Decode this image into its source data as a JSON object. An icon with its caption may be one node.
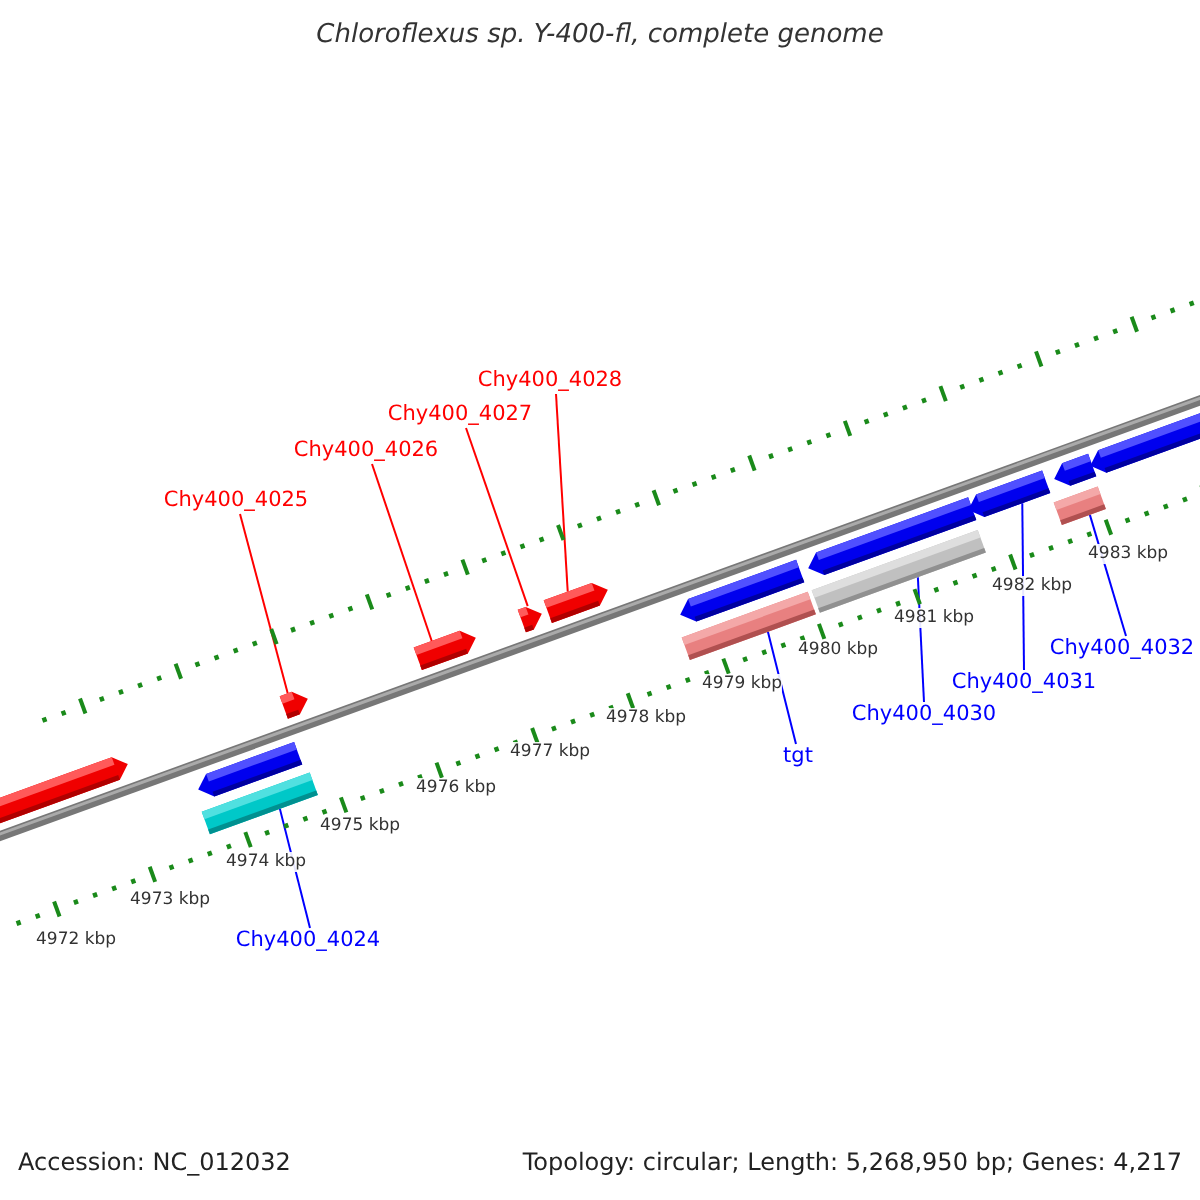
{
  "diagram": {
    "title": "Chloroflexus sp. Y-400-fl, complete genome",
    "nodes": [
      {
        "text": [
          "Chy400_4028"
        ]
      },
      {
        "text": [
          "Chy400_4027"
        ]
      },
      {
        "text": [
          "Chy400_4026"
        ]
      },
      {
        "text": [
          "Chy400_4025"
        ]
      },
      {
        "text": [
          "Chy400_4032"
        ]
      },
      {
        "text": [
          "Chy400_4031"
        ]
      },
      {
        "text": [
          "Chy400_4030"
        ]
      },
      {
        "text": [
          "tgt"
        ]
      },
      {
        "text": [
          "Chy400_4024"
        ]
      },
      {
        "text": [],
        "shape": "box"
      },
      {
        "text": [],
        "shape": "box"
      },
      {
        "text": [],
        "shape": "box"
      },
      {
        "text": [],
        "shape": "box"
      },
      {
        "text": [],
        "shape": "box"
      },
      {
        "text": [],
        "shape": "box"
      },
      {
        "text": [],
        "shape": "box"
      },
      {
        "text": [],
        "shape": "box"
      },
      {
        "text": [],
        "shape": "box"
      }
    ],
    "edges": [
      {
        "from": 0,
        "to": 13,
        "arrow": "none",
        "color": "#ff0000"
      },
      {
        "from": 1,
        "to": 12,
        "arrow": "none",
        "color": "#ff0000"
      },
      {
        "from": 2,
        "to": 11,
        "arrow": "none",
        "color": "#ff0000"
      },
      {
        "from": 3,
        "to": 10,
        "arrow": "none",
        "color": "#ff0000"
      },
      {
        "from": 4,
        "to": 17,
        "arrow": "none"
      },
      {
        "from": 5,
        "to": 16,
        "arrow": "none"
      },
      {
        "from": 6,
        "to": 15,
        "arrow": "none"
      },
      {
        "from": 7,
        "to": 14,
        "arrow": "none"
      },
      {
        "from": 8,
        "to": 9,
        "arrow": "none"
      }
    ],
    "labels": [
      "4983 kbp",
      "4982 kbp",
      "4981 kbp",
      "4980 kbp",
      "4979 kbp",
      "4978 kbp",
      "4977 kbp",
      "4976 kbp",
      "4975 kbp",
      "4974 kbp",
      "4973 kbp",
      "4972 kbp",
      "Accession: NC_012032",
      "Topology: circular; Length: 5,268,950 bp; Genes: 4,217"
    ]
  }
}
